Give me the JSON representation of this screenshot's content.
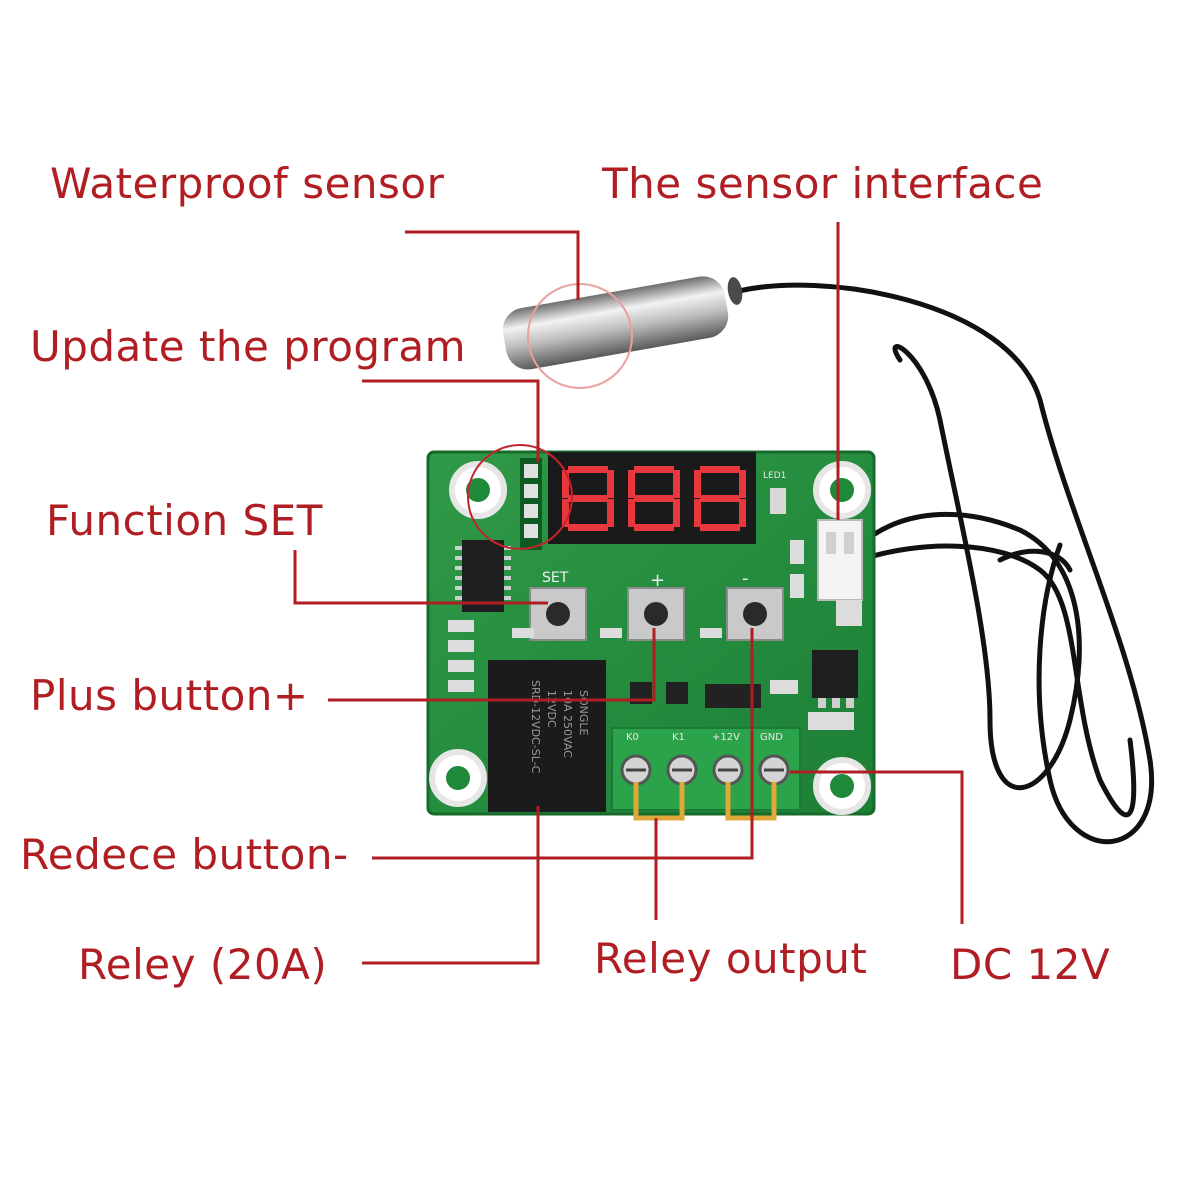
{
  "labels": {
    "waterproof_sensor": "Waterproof sensor",
    "sensor_interface": "The sensor interface",
    "update_program": "Update the program",
    "function_set": "Function SET",
    "plus_button": "Plus button+",
    "reduce_button": "Redece button-",
    "relay": "Reley (20A)",
    "relay_output": "Reley output",
    "dc_12v": "DC 12V"
  },
  "board": {
    "set_marking": "SET",
    "plus_marking": "+",
    "minus_marking": "-",
    "led_marking": "LED1",
    "relay_text": [
      "SONGLE",
      "10A 250VAC",
      "12VDC",
      "SRD-12VDC-SL-C"
    ],
    "terminal_labels": [
      "K0",
      "K1",
      "+12V",
      "GND"
    ],
    "display_digits": "888"
  },
  "colors": {
    "label_text": "#b01e23",
    "leader_line": "#b01e23",
    "pcb_green": "#1f8a3a",
    "relay_black": "#1b1b1b",
    "terminal_green": "#2aa34a",
    "display_red": "#e8383d",
    "jumper_gold": "#e0a73a",
    "cable_black": "#111111"
  }
}
